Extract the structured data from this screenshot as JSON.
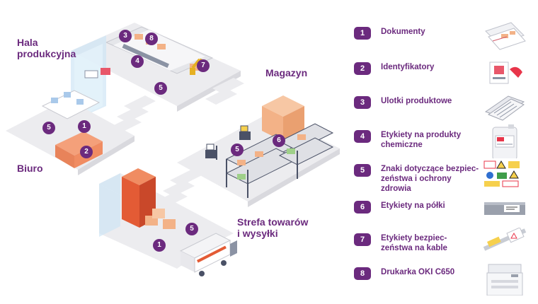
{
  "zones": {
    "production": "Hala\nprodukcyjna",
    "office": "Biuro",
    "warehouse": "Magazyn",
    "shipping": "Strefa towarów\ni wysyłki"
  },
  "legend": [
    {
      "num": "1",
      "label": "Dokumenty",
      "icon": "documents-icon"
    },
    {
      "num": "2",
      "label": "Identyfikatory",
      "icon": "id-badge-icon"
    },
    {
      "num": "3",
      "label": "Ulotki produktowe",
      "icon": "leaflet-icon"
    },
    {
      "num": "4",
      "label": "Etykiety na produkty chemiczne",
      "icon": "chemical-canister-icon"
    },
    {
      "num": "5",
      "label": "Znaki dotyczące bezpiec-\nzeństwa i ochrony\nzdrowia",
      "icon": "safety-signs-icon"
    },
    {
      "num": "6",
      "label": "Etykiety na półki",
      "icon": "shelf-label-icon"
    },
    {
      "num": "7",
      "label": "Etykiety bezpiec-\nzeństwa na kable",
      "icon": "cable-label-icon"
    },
    {
      "num": "8",
      "label": "Drukarka OKI C650",
      "icon": "printer-icon"
    }
  ],
  "map_markers": {
    "m3": "3",
    "m8": "8",
    "m4": "4",
    "m7": "7",
    "m5a": "5",
    "m5b": "5",
    "m1a": "1",
    "m2": "2",
    "m6": "6",
    "m5c": "5",
    "m5d": "5",
    "m1b": "1"
  },
  "colors": {
    "accent": "#6b2a7e",
    "floor": "#ececef",
    "box": "#f3b287",
    "container": "#e35b35",
    "office_desk": "#f4a07a"
  }
}
